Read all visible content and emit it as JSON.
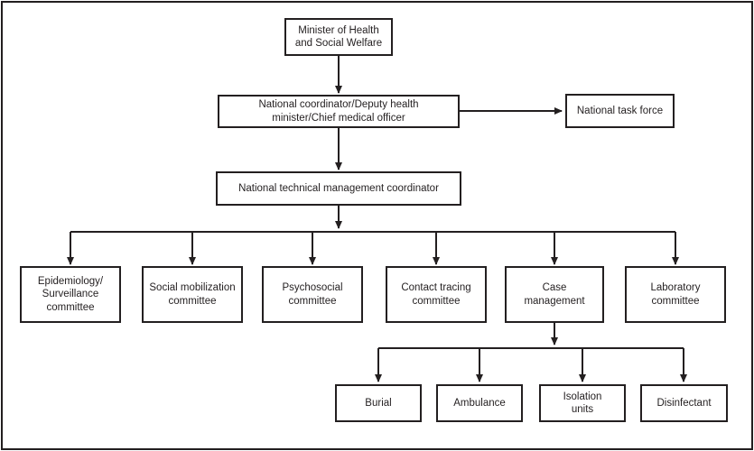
{
  "diagram": {
    "nodes": {
      "minister": {
        "label": "Minister of Health\nand Social Welfare"
      },
      "coordinator": {
        "label": "National coordinator/Deputy health\nminister/Chief medical officer"
      },
      "task_force": {
        "label": "National task force"
      },
      "technical_coordinator": {
        "label": "National technical management coordinator"
      },
      "epidemiology": {
        "label": "Epidemiology/\nSurveillance\ncommittee"
      },
      "social_mobilization": {
        "label": "Social mobilization\ncommittee"
      },
      "psychosocial": {
        "label": "Psychosocial\ncommittee"
      },
      "contact_tracing": {
        "label": "Contact tracing\ncommittee"
      },
      "case_management": {
        "label": "Case\nmanagement"
      },
      "laboratory": {
        "label": "Laboratory\ncommittee"
      },
      "burial": {
        "label": "Burial"
      },
      "ambulance": {
        "label": "Ambulance"
      },
      "isolation_units": {
        "label": "Isolation\nunits"
      },
      "disinfectant": {
        "label": "Disinfectant"
      }
    },
    "edges": [
      {
        "from": "minister",
        "to": "coordinator"
      },
      {
        "from": "coordinator",
        "to": "task_force"
      },
      {
        "from": "coordinator",
        "to": "technical_coordinator"
      },
      {
        "from": "technical_coordinator",
        "to": "epidemiology"
      },
      {
        "from": "technical_coordinator",
        "to": "social_mobilization"
      },
      {
        "from": "technical_coordinator",
        "to": "psychosocial"
      },
      {
        "from": "technical_coordinator",
        "to": "contact_tracing"
      },
      {
        "from": "technical_coordinator",
        "to": "case_management"
      },
      {
        "from": "technical_coordinator",
        "to": "laboratory"
      },
      {
        "from": "case_management",
        "to": "burial"
      },
      {
        "from": "case_management",
        "to": "ambulance"
      },
      {
        "from": "case_management",
        "to": "isolation_units"
      },
      {
        "from": "case_management",
        "to": "disinfectant"
      }
    ],
    "colors": {
      "line": "#231f20",
      "text": "#231f20",
      "background": "#ffffff"
    }
  }
}
